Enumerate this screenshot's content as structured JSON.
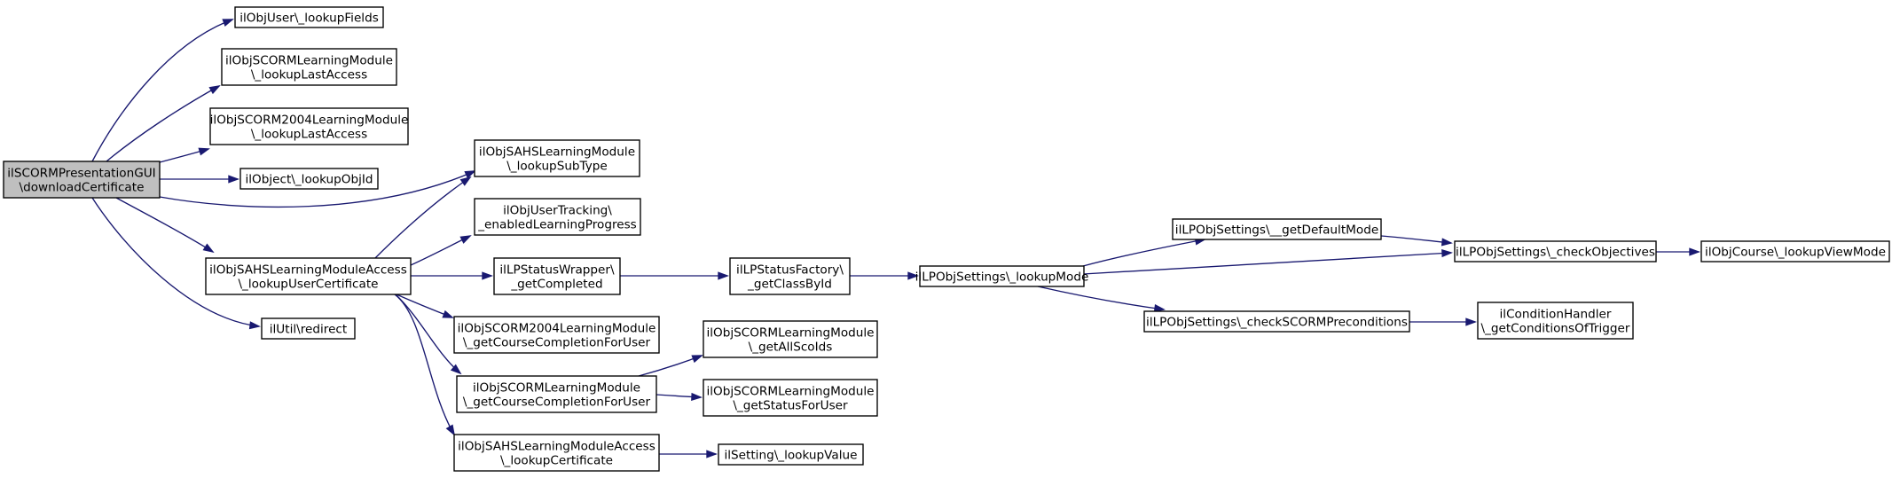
{
  "graph": {
    "nodes": [
      {
        "id": "root",
        "lines": [
          "ilSCORMPresentationGUI",
          "\\downloadCertificate"
        ],
        "highlight": true
      },
      {
        "id": "n_userfields",
        "lines": [
          "ilObjUser\\_lookupFields"
        ]
      },
      {
        "id": "n_scorm_lastaccess",
        "lines": [
          "ilObjSCORMLearningModule",
          "\\_lookupLastAccess"
        ]
      },
      {
        "id": "n_scorm2004_lastaccess",
        "lines": [
          "ilObjSCORM2004LearningModule",
          "\\_lookupLastAccess"
        ]
      },
      {
        "id": "n_lookupobjid",
        "lines": [
          "ilObject\\_lookupObjId"
        ]
      },
      {
        "id": "n_subtype",
        "lines": [
          "ilObjSAHSLearningModule",
          "\\_lookupSubType"
        ]
      },
      {
        "id": "n_usercert",
        "lines": [
          "ilObjSAHSLearningModuleAccess",
          "\\_lookupUserCertificate"
        ]
      },
      {
        "id": "n_redirect",
        "lines": [
          "ilUtil\\redirect"
        ]
      },
      {
        "id": "n_tracking",
        "lines": [
          "ilObjUserTracking\\",
          "_enabledLearningProgress"
        ]
      },
      {
        "id": "n_getcompleted",
        "lines": [
          "ilLPStatusWrapper\\",
          "_getCompleted"
        ]
      },
      {
        "id": "n_scorm2004_completion",
        "lines": [
          "ilObjSCORM2004LearningModule",
          "\\_getCourseCompletionForUser"
        ]
      },
      {
        "id": "n_scorm_completion",
        "lines": [
          "ilObjSCORMLearningModule",
          "\\_getCourseCompletionForUser"
        ]
      },
      {
        "id": "n_lookupcert",
        "lines": [
          "ilObjSAHSLearningModuleAccess",
          "\\_lookupCertificate"
        ]
      },
      {
        "id": "n_classbyid",
        "lines": [
          "ilLPStatusFactory\\",
          "_getClassById"
        ]
      },
      {
        "id": "n_allscoids",
        "lines": [
          "ilObjSCORMLearningModule",
          "\\_getAllScoIds"
        ]
      },
      {
        "id": "n_statusforuser",
        "lines": [
          "ilObjSCORMLearningModule",
          "\\_getStatusForUser"
        ]
      },
      {
        "id": "n_lookupvalue",
        "lines": [
          "ilSetting\\_lookupValue"
        ]
      },
      {
        "id": "n_lookupmode",
        "lines": [
          "ilLPObjSettings\\_lookupMode"
        ]
      },
      {
        "id": "n_defaultmode",
        "lines": [
          "ilLPObjSettings\\__getDefaultMode"
        ]
      },
      {
        "id": "n_scormprecond",
        "lines": [
          "ilLPObjSettings\\_checkSCORMPreconditions"
        ]
      },
      {
        "id": "n_checkobj",
        "lines": [
          "ilLPObjSettings\\_checkObjectives"
        ]
      },
      {
        "id": "n_condtrigger",
        "lines": [
          "ilConditionHandler",
          "\\_getConditionsOfTrigger"
        ]
      },
      {
        "id": "n_viewmode",
        "lines": [
          "ilObjCourse\\_lookupViewMode"
        ]
      }
    ],
    "edges": [
      [
        "root",
        "n_userfields"
      ],
      [
        "root",
        "n_scorm_lastaccess"
      ],
      [
        "root",
        "n_scorm2004_lastaccess"
      ],
      [
        "root",
        "n_lookupobjid"
      ],
      [
        "root",
        "n_subtype"
      ],
      [
        "root",
        "n_usercert"
      ],
      [
        "root",
        "n_redirect"
      ],
      [
        "n_usercert",
        "n_subtype"
      ],
      [
        "n_usercert",
        "n_tracking"
      ],
      [
        "n_usercert",
        "n_getcompleted"
      ],
      [
        "n_usercert",
        "n_scorm2004_completion"
      ],
      [
        "n_usercert",
        "n_scorm_completion"
      ],
      [
        "n_usercert",
        "n_lookupcert"
      ],
      [
        "n_getcompleted",
        "n_classbyid"
      ],
      [
        "n_classbyid",
        "n_lookupmode"
      ],
      [
        "n_scorm_completion",
        "n_allscoids"
      ],
      [
        "n_scorm_completion",
        "n_statusforuser"
      ],
      [
        "n_lookupcert",
        "n_lookupvalue"
      ],
      [
        "n_lookupmode",
        "n_defaultmode"
      ],
      [
        "n_lookupmode",
        "n_checkobj"
      ],
      [
        "n_lookupmode",
        "n_scormprecond"
      ],
      [
        "n_defaultmode",
        "n_checkobj"
      ],
      [
        "n_checkobj",
        "n_viewmode"
      ],
      [
        "n_scormprecond",
        "n_condtrigger"
      ]
    ],
    "colors": {
      "edge": "#191970",
      "root_fill": "#bfbfbf",
      "node_fill": "#ffffff",
      "border": "#000000"
    }
  }
}
